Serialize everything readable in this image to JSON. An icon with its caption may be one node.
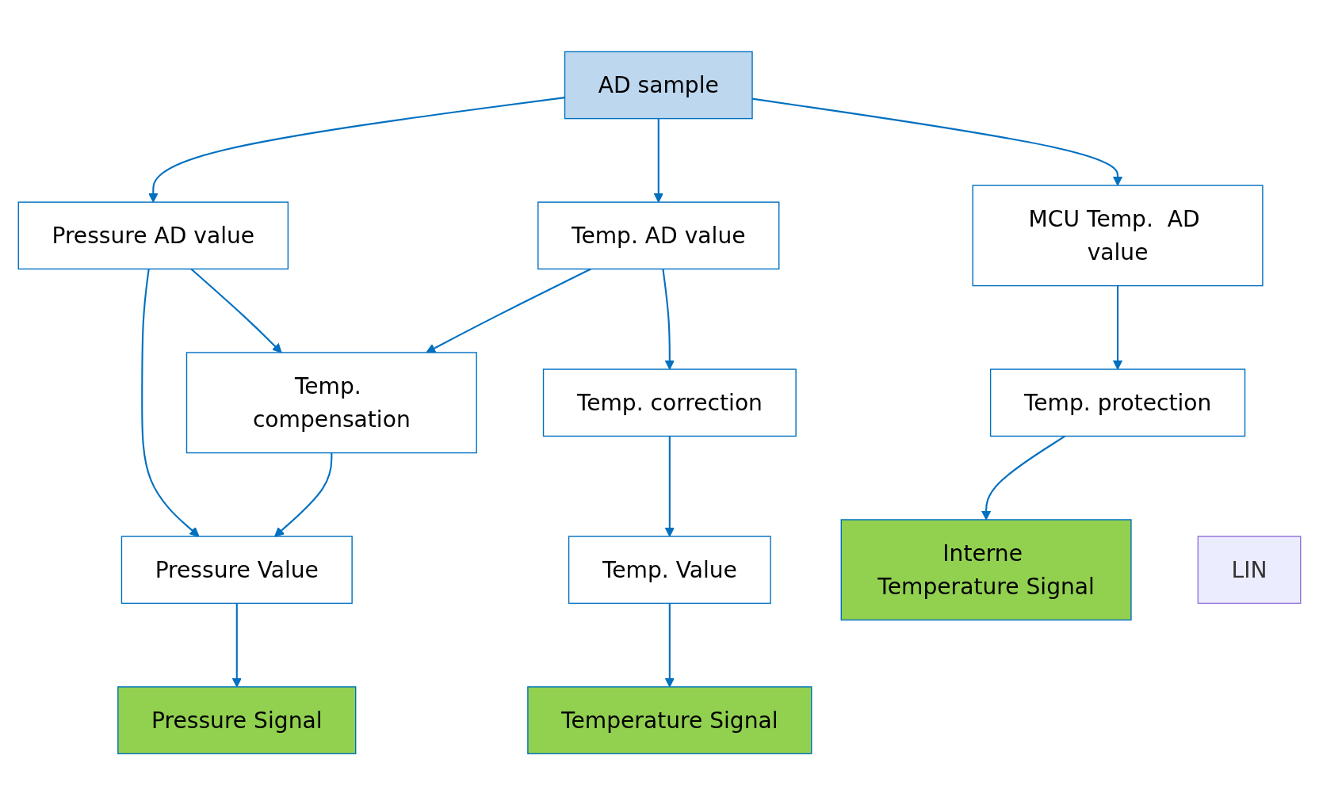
{
  "diagram": {
    "nodes": [
      {
        "text": [
          "AD sample"
        ]
      },
      {
        "text": [
          "Pressure AD value"
        ]
      },
      {
        "text": [
          "Temp. AD value"
        ]
      },
      {
        "text": [
          "MCU Temp.  AD value"
        ]
      },
      {
        "text": [
          "Temp. compensation"
        ]
      },
      {
        "text": [
          "Temp. correction"
        ]
      },
      {
        "text": [
          "Temp. protection"
        ]
      },
      {
        "text": [
          "Pressure Value"
        ]
      },
      {
        "text": [
          "Temp. Value"
        ]
      },
      {
        "text": [
          "LIN"
        ]
      },
      {
        "text": [
          "Pressure Signal"
        ]
      },
      {
        "text": [
          "Temperature Signal"
        ]
      },
      {
        "text": [
          "Interne Temperature Signal"
        ]
      }
    ],
    "edges": [
      {
        "from": 0,
        "to": 1,
        "arrow": "to"
      },
      {
        "from": 0,
        "to": 2,
        "arrow": "to"
      },
      {
        "from": 0,
        "to": 3,
        "arrow": "to"
      },
      {
        "from": 1,
        "to": 7,
        "arrow": "to"
      },
      {
        "from": 1,
        "to": 4,
        "arrow": "to"
      },
      {
        "from": 2,
        "to": 4,
        "arrow": "to"
      },
      {
        "from": 2,
        "to": 5,
        "arrow": "to"
      },
      {
        "from": 3,
        "to": 6,
        "arrow": "to"
      },
      {
        "from": 4,
        "to": 7,
        "arrow": "to"
      },
      {
        "from": 5,
        "to": 8,
        "arrow": "to"
      },
      {
        "from": 7,
        "to": 10,
        "arrow": "to"
      },
      {
        "from": 8,
        "to": 11,
        "arrow": "to"
      },
      {
        "from": 6,
        "to": 12,
        "arrow": "to"
      }
    ]
  }
}
